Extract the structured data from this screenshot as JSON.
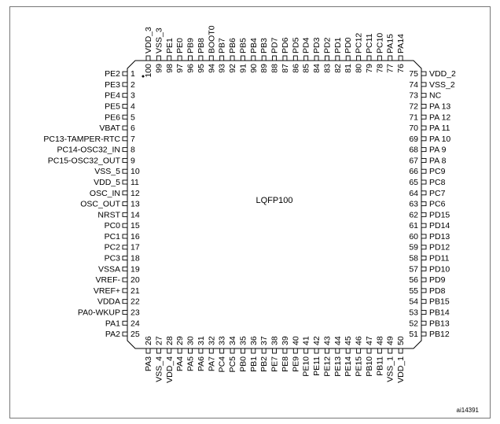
{
  "package_label": "LQFP100",
  "reference": "ai14391",
  "pins": {
    "left": [
      {
        "num": "1",
        "name": "PE2"
      },
      {
        "num": "2",
        "name": "PE3"
      },
      {
        "num": "3",
        "name": "PE4"
      },
      {
        "num": "4",
        "name": "PE5"
      },
      {
        "num": "5",
        "name": "PE6"
      },
      {
        "num": "6",
        "name": "VBAT"
      },
      {
        "num": "7",
        "name": "PC13-TAMPER-RTC"
      },
      {
        "num": "8",
        "name": "PC14-OSC32_IN"
      },
      {
        "num": "9",
        "name": "PC15-OSC32_OUT"
      },
      {
        "num": "10",
        "name": "VSS_5"
      },
      {
        "num": "11",
        "name": "VDD_5"
      },
      {
        "num": "12",
        "name": "OSC_IN"
      },
      {
        "num": "13",
        "name": "OSC_OUT"
      },
      {
        "num": "14",
        "name": "NRST"
      },
      {
        "num": "15",
        "name": "PC0"
      },
      {
        "num": "16",
        "name": "PC1"
      },
      {
        "num": "17",
        "name": "PC2"
      },
      {
        "num": "18",
        "name": "PC3"
      },
      {
        "num": "19",
        "name": "VSSA"
      },
      {
        "num": "20",
        "name": "VREF-"
      },
      {
        "num": "21",
        "name": "VREF+"
      },
      {
        "num": "22",
        "name": "VDDA"
      },
      {
        "num": "23",
        "name": "PA0-WKUP"
      },
      {
        "num": "24",
        "name": "PA1"
      },
      {
        "num": "25",
        "name": "PA2"
      }
    ],
    "bottom": [
      {
        "num": "26",
        "name": "PA3"
      },
      {
        "num": "27",
        "name": "VSS_4"
      },
      {
        "num": "28",
        "name": "VDD_4"
      },
      {
        "num": "29",
        "name": "PA4"
      },
      {
        "num": "30",
        "name": "PA5"
      },
      {
        "num": "31",
        "name": "PA6"
      },
      {
        "num": "32",
        "name": "PA7"
      },
      {
        "num": "33",
        "name": "PC4"
      },
      {
        "num": "34",
        "name": "PC5"
      },
      {
        "num": "35",
        "name": "PB0"
      },
      {
        "num": "36",
        "name": "PB1"
      },
      {
        "num": "37",
        "name": "PB2"
      },
      {
        "num": "38",
        "name": "PE7"
      },
      {
        "num": "39",
        "name": "PE8"
      },
      {
        "num": "40",
        "name": "PE9"
      },
      {
        "num": "41",
        "name": "PE10"
      },
      {
        "num": "42",
        "name": "PE11"
      },
      {
        "num": "43",
        "name": "PE12"
      },
      {
        "num": "44",
        "name": "PE13"
      },
      {
        "num": "45",
        "name": "PE14"
      },
      {
        "num": "46",
        "name": "PE15"
      },
      {
        "num": "47",
        "name": "PB10"
      },
      {
        "num": "48",
        "name": "PB11"
      },
      {
        "num": "49",
        "name": "VSS_1"
      },
      {
        "num": "50",
        "name": "VDD_1"
      }
    ],
    "right": [
      {
        "num": "75",
        "name": "VDD_2"
      },
      {
        "num": "74",
        "name": "VSS_2"
      },
      {
        "num": "73",
        "name": "NC"
      },
      {
        "num": "72",
        "name": "PA 13"
      },
      {
        "num": "71",
        "name": "PA 12"
      },
      {
        "num": "70",
        "name": "PA 11"
      },
      {
        "num": "69",
        "name": "PA 10"
      },
      {
        "num": "68",
        "name": "PA 9"
      },
      {
        "num": "67",
        "name": "PA 8"
      },
      {
        "num": "66",
        "name": "PC9"
      },
      {
        "num": "65",
        "name": "PC8"
      },
      {
        "num": "64",
        "name": "PC7"
      },
      {
        "num": "63",
        "name": "PC6"
      },
      {
        "num": "62",
        "name": "PD15"
      },
      {
        "num": "61",
        "name": "PD14"
      },
      {
        "num": "60",
        "name": "PD13"
      },
      {
        "num": "59",
        "name": "PD12"
      },
      {
        "num": "58",
        "name": "PD11"
      },
      {
        "num": "57",
        "name": "PD10"
      },
      {
        "num": "56",
        "name": "PD9"
      },
      {
        "num": "55",
        "name": "PD8"
      },
      {
        "num": "54",
        "name": "PB15"
      },
      {
        "num": "53",
        "name": "PB14"
      },
      {
        "num": "52",
        "name": "PB13"
      },
      {
        "num": "51",
        "name": "PB12"
      }
    ],
    "top": [
      {
        "num": "100",
        "name": "VDD_3"
      },
      {
        "num": "99",
        "name": "VSS_3"
      },
      {
        "num": "98",
        "name": "PE1"
      },
      {
        "num": "97",
        "name": "PE0"
      },
      {
        "num": "96",
        "name": "PB9"
      },
      {
        "num": "95",
        "name": "PB8"
      },
      {
        "num": "94",
        "name": "BOOT0"
      },
      {
        "num": "93",
        "name": "PB7"
      },
      {
        "num": "92",
        "name": "PB6"
      },
      {
        "num": "91",
        "name": "PB5"
      },
      {
        "num": "90",
        "name": "PB4"
      },
      {
        "num": "89",
        "name": "PB3"
      },
      {
        "num": "88",
        "name": "PD7"
      },
      {
        "num": "87",
        "name": "PD6"
      },
      {
        "num": "86",
        "name": "PD5"
      },
      {
        "num": "85",
        "name": "PD4"
      },
      {
        "num": "84",
        "name": "PD3"
      },
      {
        "num": "83",
        "name": "PD2"
      },
      {
        "num": "82",
        "name": "PD1"
      },
      {
        "num": "81",
        "name": "PD0"
      },
      {
        "num": "80",
        "name": "PC12"
      },
      {
        "num": "79",
        "name": "PC11"
      },
      {
        "num": "78",
        "name": "PC10"
      },
      {
        "num": "77",
        "name": "PA15"
      },
      {
        "num": "76",
        "name": "PA14"
      }
    ]
  }
}
